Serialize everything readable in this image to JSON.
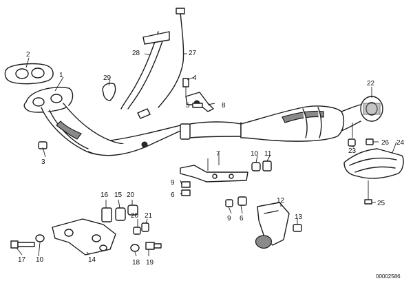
{
  "callouts": {
    "c1": "1",
    "c2": "2",
    "c3": "3",
    "c4": "4",
    "c5": "5",
    "c6": "6",
    "c7": "7",
    "c8": "8",
    "c9": "9",
    "c10": "10",
    "c11": "11",
    "c12": "12",
    "c13": "13",
    "c14": "14",
    "c15": "15",
    "c16": "16",
    "c17": "17",
    "c18": "18",
    "c19": "19",
    "c20": "20",
    "c21": "21",
    "c22": "22",
    "c23": "23",
    "c24": "24",
    "c25": "25",
    "c26": "26",
    "c27": "27",
    "c28": "28",
    "c29": "29"
  },
  "reference_number": "00002586",
  "colors": {
    "line": "#1a1a1a",
    "shade": "#8a8a8a",
    "background": "#ffffff"
  }
}
